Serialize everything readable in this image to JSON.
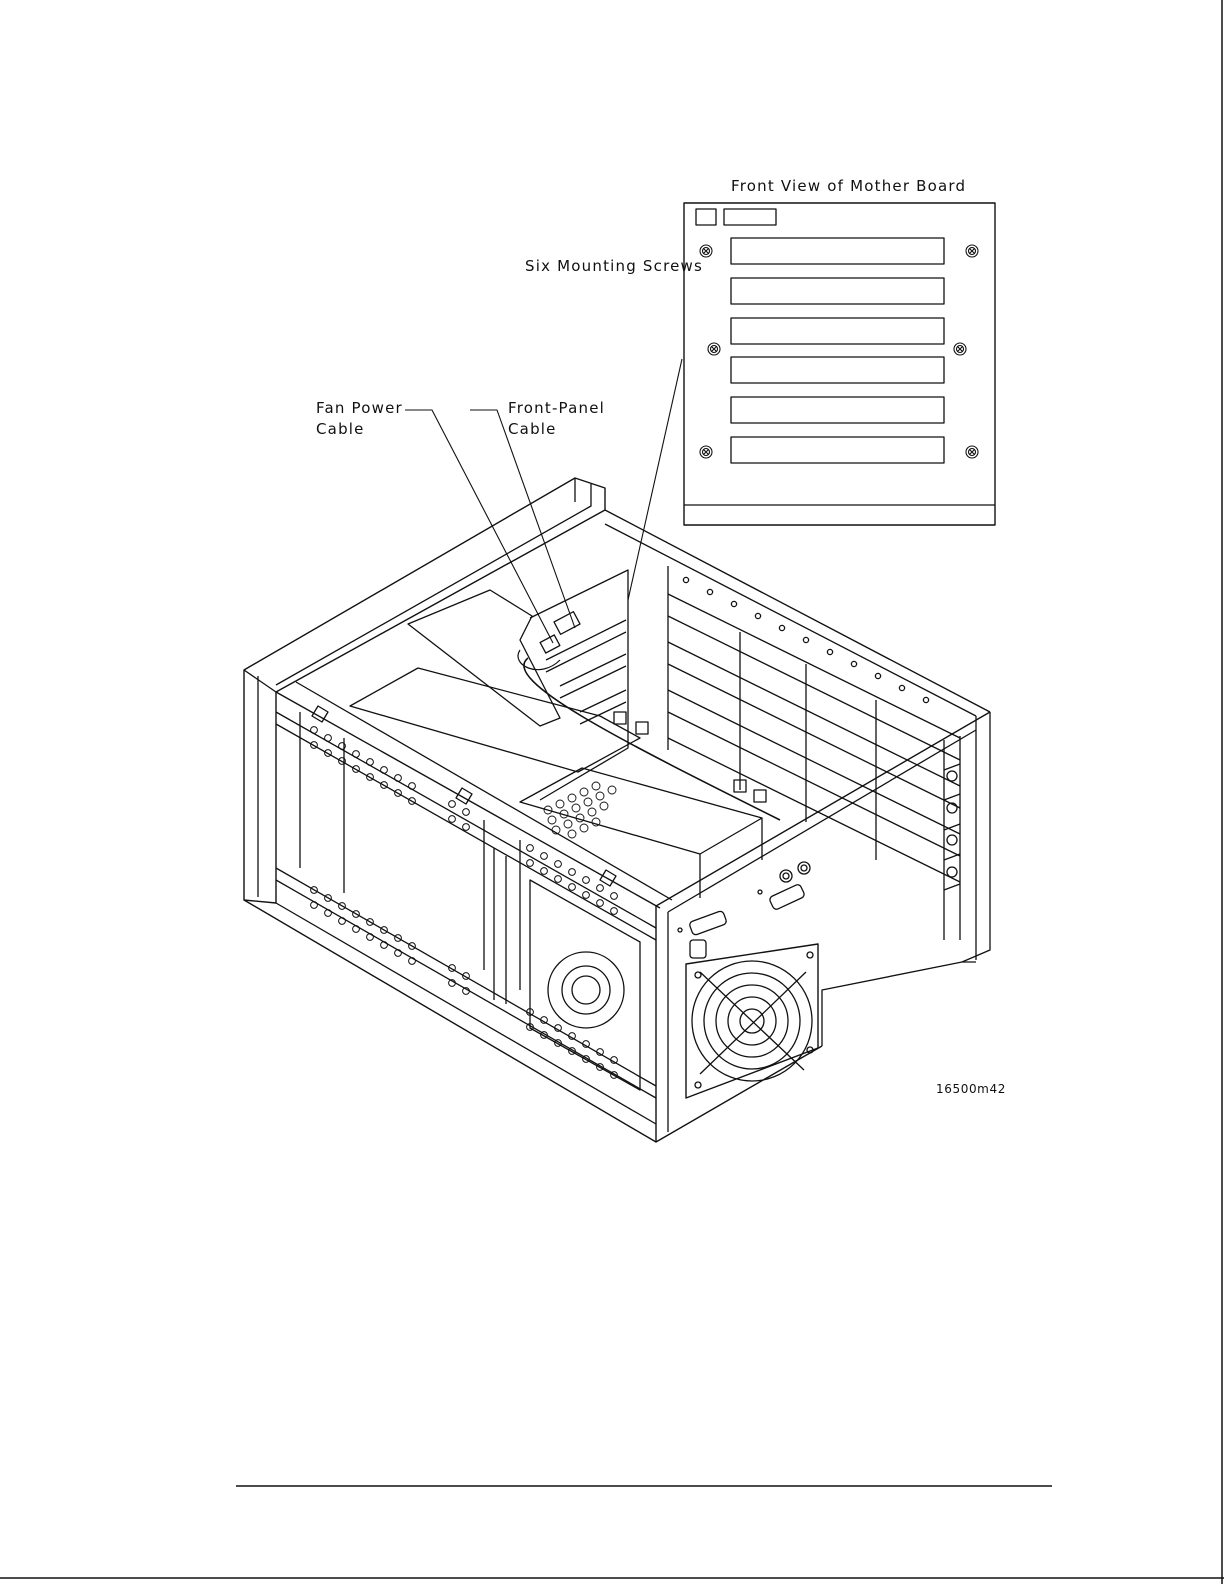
{
  "diagram": {
    "mother_board_title": "Front View of Mother Board",
    "labels": {
      "mounting_screws": "Six Mounting Screws",
      "fan_power_cable_line1": "Fan Power",
      "fan_power_cable_line2": "Cable",
      "front_panel_cable_line1": "Front-Panel",
      "front_panel_cable_line2": "Cable"
    },
    "figure_number": "16500m42"
  },
  "colors": {
    "ink": "#000000",
    "paper": "#ffffff"
  }
}
